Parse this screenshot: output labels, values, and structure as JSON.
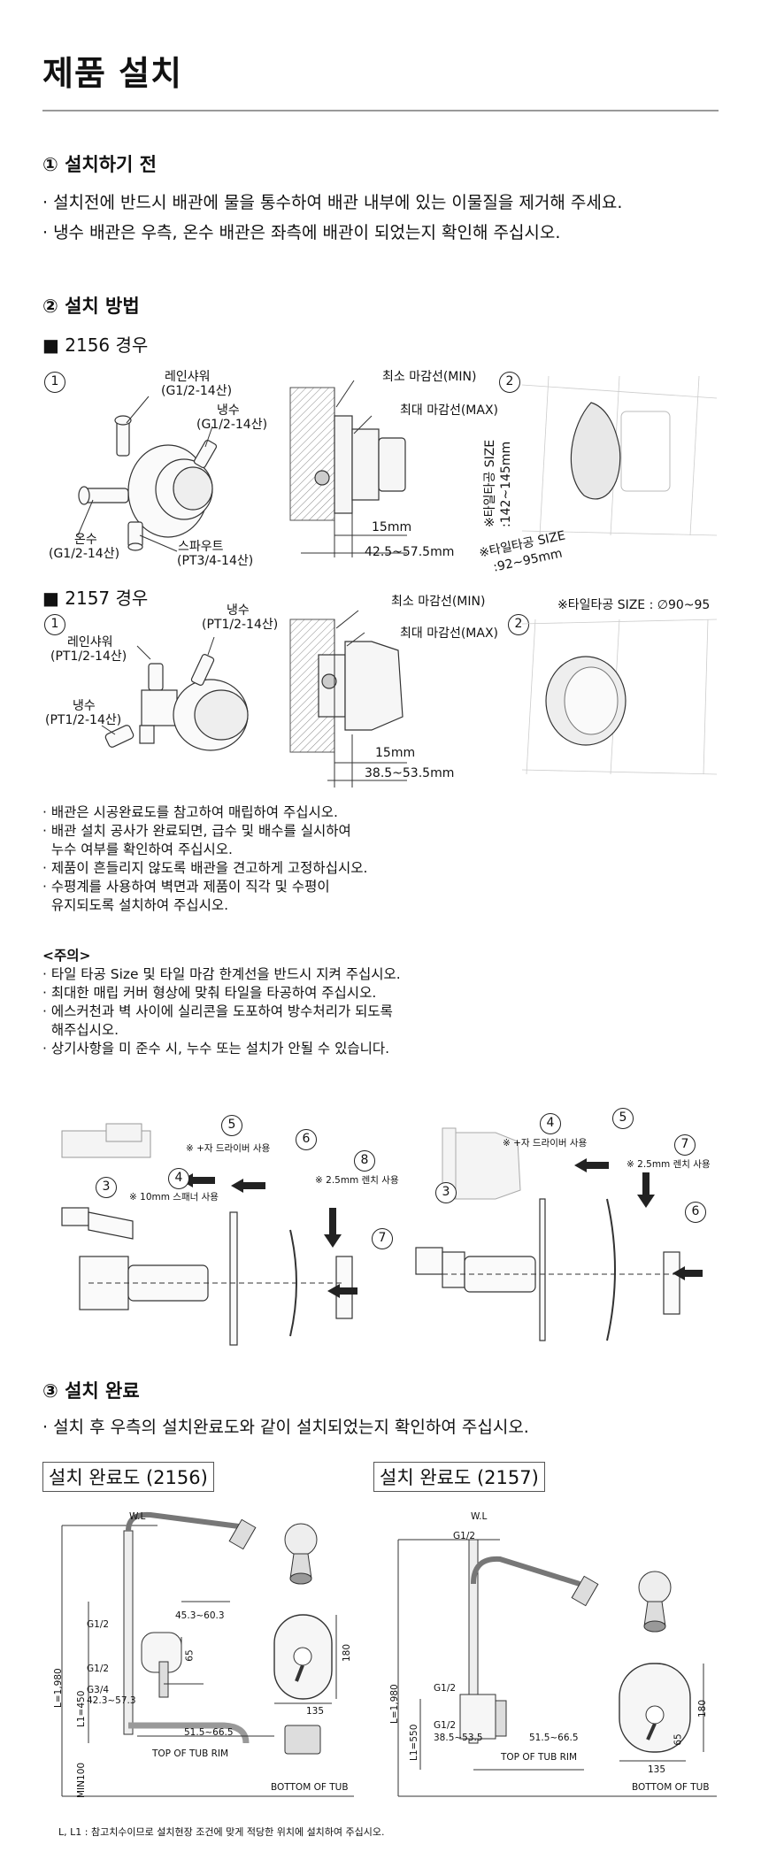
{
  "page_title": "제품 설치",
  "sec1": {
    "heading": "① 설치하기 전",
    "lines": [
      "· 설치전에 반드시 배관에 물을 통수하여 배관 내부에 있는 이물질을 제거해 주세요.",
      "· 냉수 배관은 우측, 온수 배관은 좌측에 배관이 되었는지 확인해 주십시오."
    ]
  },
  "sec2": {
    "heading": "② 설치 방법",
    "case2156": {
      "title": "■ 2156 경우",
      "n1": "1",
      "n2": "2",
      "rain": "레인샤워",
      "rain_spec": "(G1/2-14산)",
      "cold": "냉수",
      "cold_spec": "(G1/2-14산)",
      "hot": "온수",
      "hot_spec": "(G1/2-14산)",
      "spout": "스파우트",
      "spout_spec": "(PT3/4-14산)",
      "min": "최소 마감선(MIN)",
      "max": "최대 마감선(MAX)",
      "d15": "15mm",
      "range": "42.5~57.5mm",
      "tile_v1": "※타일타공 SIZE",
      "tile_v2": ":142~145mm",
      "tile_h1": "※타일타공 SIZE",
      "tile_h2": ":92~95mm"
    },
    "case2157": {
      "title": "■ 2157 경우",
      "n1": "1",
      "n2": "2",
      "cold_top": "냉수",
      "cold_top_spec": "(PT1/2-14산)",
      "rain": "레인샤워",
      "rain_spec": "(PT1/2-14산)",
      "cold": "냉수",
      "cold_spec": "(PT1/2-14산)",
      "min": "최소 마감선(MIN)",
      "max": "최대 마감선(MAX)",
      "d15": "15mm",
      "range": "38.5~53.5mm",
      "tile": "※타일타공 SIZE : ∅90~95"
    },
    "notes": [
      "· 배관은 시공완료도를 참고하여 매립하여 주십시오.",
      "· 배관 설치 공사가 완료되면, 급수 및 배수를 실시하여",
      "  누수 여부를 확인하여 주십시오.",
      "· 제품이 흔들리지 않도록 배관을 견고하게 고정하십시오.",
      "· 수평계를 사용하여 벽면과 제품이 직각 및 수평이",
      "  유지되도록 설치하여 주십시오."
    ],
    "caution_title": "<주의>",
    "caution": [
      "· 타일 타공 Size 및 타일 마감 한계선을 반드시 지켜 주십시오.",
      "· 최대한 매립 커버 형상에 맞춰 타일을 타공하여 주십시오.",
      "· 에스커천과 벽 사이에 실리콘을 도포하여 방수처리가 되도록",
      "  해주십시오.",
      "· 상기사항을 미 준수 시, 누수 또는 설치가 안될 수 있습니다."
    ],
    "exploded": {
      "left": {
        "s3": "3",
        "s4": "4",
        "s5": "5",
        "s6": "6",
        "s7": "7",
        "s8": "8",
        "spanner": "※ 10mm 스패너 사용",
        "driver": "※ +자 드라이버 사용",
        "wrench": "※ 2.5mm 렌치 사용"
      },
      "right": {
        "s3": "3",
        "s4": "4",
        "s5": "5",
        "s6": "6",
        "s7": "7",
        "driver": "※ +자 드라이버 사용",
        "wrench": "※ 2.5mm 렌치 사용"
      }
    }
  },
  "sec3": {
    "heading": "③ 설치 완료",
    "line": "· 설치 후 우측의 설치완료도와 같이 설치되었는지 확인하여 주십시오.",
    "left": {
      "label": "설치 완료도 (2156)",
      "wl": "W.L",
      "g12a": "G1/2",
      "g12b": "G1/2",
      "g34": "G3/4",
      "d1": "45.3~60.3",
      "d2": "42.3~57.3",
      "d3": "51.5~66.5",
      "d65": "65",
      "d180": "180",
      "d135": "135",
      "l": "L=1,980",
      "l1": "L1=450",
      "min": "MIN100",
      "tub_rim": "TOP OF TUB RIM",
      "bottom": "BOTTOM OF TUB"
    },
    "right": {
      "label": "설치 완료도 (2157)",
      "wl": "W.L",
      "g12a": "G1/2",
      "g12b": "G1/2",
      "g12c": "G1/2",
      "d1": "38.5~53.5",
      "d2": "51.5~66.5",
      "d65": "65",
      "d180": "180",
      "d135": "135",
      "l": "L=1,980",
      "l1": "L1=550",
      "tub_rim": "TOP OF TUB RIM",
      "bottom": "BOTTOM OF TUB"
    },
    "footnote": "L, L1 : 참고치수이므로 설치현장 조건에 맞게 적당한 위치에 설치하여 주십시오."
  }
}
